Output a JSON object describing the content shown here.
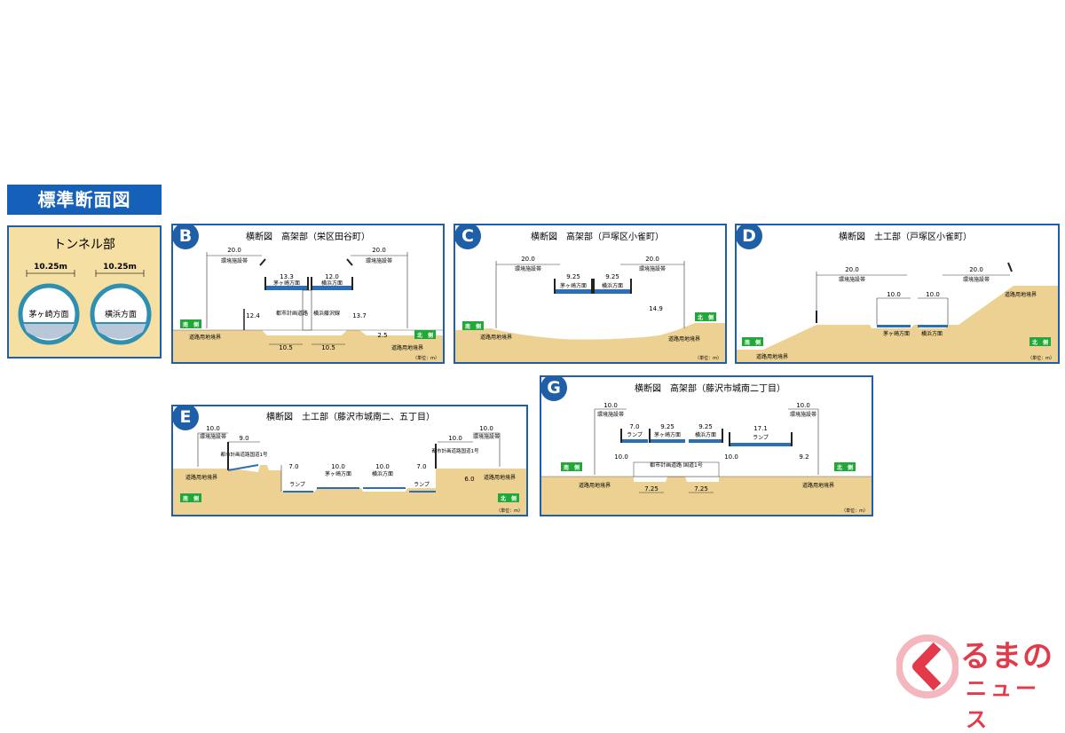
{
  "page_title": "標準断面図",
  "unit_note": "（単位：m）",
  "colors": {
    "title_bg": "#1560b8",
    "panel_border": "#1f5fa8",
    "ground": "#ecd193",
    "tunnel_bg": "#f5dfa3",
    "deck": "#2a6fb8",
    "north": "#21a838",
    "watermark": "#e23a4a"
  },
  "tunnel": {
    "title": "トンネル部",
    "left": {
      "width": "10.25m",
      "direction": "茅ヶ崎方面"
    },
    "right": {
      "width": "10.25m",
      "direction": "横浜方面"
    }
  },
  "panels": {
    "B": {
      "letter": "B",
      "title": "横断図　高架部（栄区田谷町）",
      "env_left": "20.0",
      "env_left_label": "環境施設帯",
      "env_right": "20.0",
      "env_right_label": "環境施設帯",
      "deck_left": "13.3",
      "deck_left_label": "茅ヶ崎方面",
      "deck_right": "12.0",
      "deck_right_label": "横浜方面",
      "h_left": "12.4",
      "h_right": "13.7",
      "center_label": "都市計画道路　横浜藤沢線",
      "road_left": "10.5",
      "road_right": "10.5",
      "step": "2.5",
      "south": "南　側",
      "north": "北　側",
      "boundary_left": "道路用地境界",
      "boundary_right": "道路用地境界",
      "unit": "（単位：m）"
    },
    "C": {
      "letter": "C",
      "title": "横断図　高架部（戸塚区小雀町）",
      "env_left": "20.0",
      "env_left_label": "環境施設帯",
      "env_right": "20.0",
      "env_right_label": "環境施設帯",
      "deck_left": "9.25",
      "deck_left_label": "茅ヶ崎方面",
      "deck_right": "9.25",
      "deck_right_label": "横浜方面",
      "h_right": "14.9",
      "south": "南　側",
      "north": "北　側",
      "boundary_left": "道路用地境界",
      "boundary_right": "道路用地境界",
      "unit": "（単位：m）"
    },
    "D": {
      "letter": "D",
      "title": "横断図　土工部（戸塚区小雀町）",
      "env_left": "20.0",
      "env_left_label": "環境施設帯",
      "env_right": "20.0",
      "env_right_label": "環境施設帯",
      "road_left": "10.0",
      "road_left_label": "茅ヶ崎方面",
      "road_right": "10.0",
      "road_right_label": "横浜方面",
      "south": "南　側",
      "north": "北　側",
      "boundary_left": "道路用地境界",
      "boundary_right": "道路用地境界",
      "unit": "（単位：m）"
    },
    "E": {
      "letter": "E",
      "title": "横断図　土工部（藤沢市城南二、五丁目）",
      "env_left": "10.0",
      "env_left_label": "環境施設帯",
      "env_right": "10.0",
      "env_right_label": "環境施設帯",
      "local_left": "9.0",
      "local_left_label": "都市計画道路国道1号",
      "local_right": "10.0",
      "local_right_label": "都市計画道路国道1号",
      "ramp_left": "7.0",
      "ramp_left_label": "ランプ",
      "main_left": "10.0",
      "main_left_label": "茅ヶ崎方面",
      "main_right": "10.0",
      "main_right_label": "横浜方面",
      "ramp_right": "7.0",
      "ramp_right_label": "ランプ",
      "depth": "6.0",
      "south": "南　側",
      "north": "北　側",
      "boundary_left": "道路用地境界",
      "boundary_right": "道路用地境界",
      "unit": "（単位：m）"
    },
    "G": {
      "letter": "G",
      "title": "横断図　高架部（藤沢市城南二丁目）",
      "env_left": "10.0",
      "env_left_label": "環境施設帯",
      "env_right": "10.0",
      "env_right_label": "環境施設帯",
      "ramp_left": "7.0",
      "ramp_left_label": "ランプ",
      "deck_left": "9.25",
      "deck_left_label": "茅ヶ崎方面",
      "deck_right": "9.25",
      "deck_right_label": "横浜方面",
      "ramp_right": "17.1",
      "ramp_right_label": "ランプ",
      "h_left": "10.0",
      "h_mid": "10.0",
      "h_right": "9.2",
      "center_label": "都市計画道路 国道1号",
      "road_left": "7.25",
      "road_right": "7.25",
      "south": "南　側",
      "north": "北　側",
      "boundary_left": "道路用地境界",
      "boundary_right": "道路用地境界",
      "unit": "（単位：m）"
    }
  },
  "watermark": {
    "main": "るまの",
    "sub": "ニュース"
  }
}
